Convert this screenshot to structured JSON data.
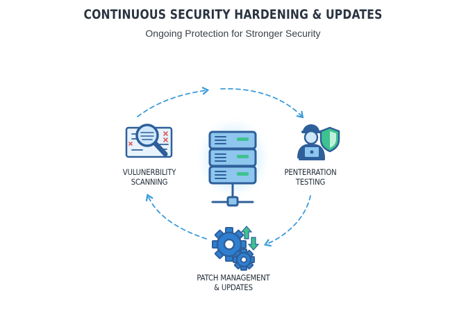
{
  "header": {
    "title": "CONTINUOUS SECURITY HARDENING & UPDATES",
    "subtitle": "Ongoing Protection for Stronger Security"
  },
  "nodes": {
    "scanning": {
      "line1": "VULUNERBILITY",
      "line2": "SCANNING",
      "icon": "magnifier-document-icon"
    },
    "testing": {
      "line1": "PENTERRATION",
      "line2": "TESTING",
      "icon": "hacker-laptop-shield-icon"
    },
    "patching": {
      "line1": "PATCH MANAGEMENT",
      "line2": "& UPDATES",
      "icon": "gears-sync-icon"
    },
    "center": {
      "icon": "server-rack-icon"
    }
  },
  "colors": {
    "primary": "#2e5f9a",
    "light_blue": "#8ec6ee",
    "accent_green": "#3ec28f",
    "dashed_arrow": "#3a9ad9",
    "glow": "#a9d9ff",
    "red_mark": "#e05a5a"
  }
}
